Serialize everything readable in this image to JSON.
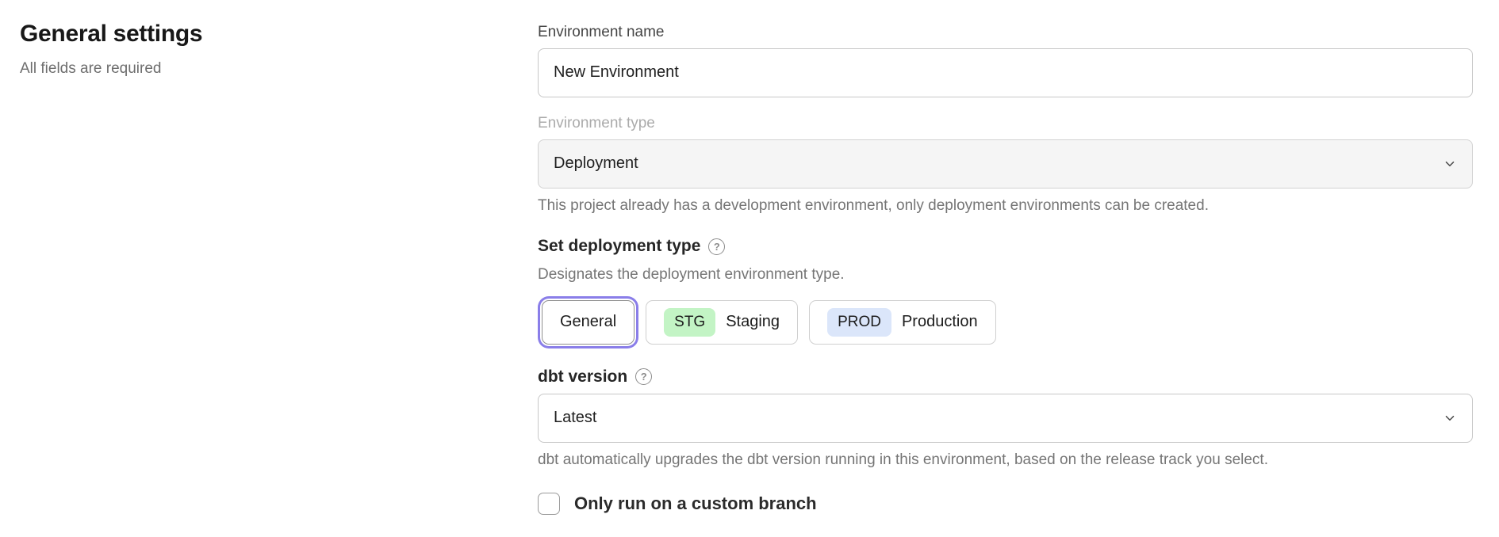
{
  "header": {
    "title": "General settings",
    "subtitle": "All fields are required"
  },
  "form": {
    "environment_name": {
      "label": "Environment name",
      "value": "New Environment"
    },
    "environment_type": {
      "label": "Environment type",
      "value": "Deployment",
      "helper": "This project already has a development environment, only deployment environments can be created."
    },
    "deployment_type": {
      "label": "Set deployment type",
      "description": "Designates the deployment environment type.",
      "options": [
        {
          "label": "General",
          "badge": "",
          "selected": true
        },
        {
          "label": "Staging",
          "badge": "STG",
          "selected": false
        },
        {
          "label": "Production",
          "badge": "PROD",
          "selected": false
        }
      ]
    },
    "dbt_version": {
      "label": "dbt version",
      "value": "Latest",
      "helper": "dbt automatically upgrades the dbt version running in this environment, based on the release track you select."
    },
    "custom_branch": {
      "label": "Only run on a custom branch",
      "checked": false
    }
  },
  "icons": {
    "help_glyph": "?"
  },
  "colors": {
    "accent": "#8a7ee9",
    "staging_badge": "#c3f4c5",
    "production_badge": "#dbe6fa",
    "disabled_field_bg": "#f5f5f5"
  }
}
